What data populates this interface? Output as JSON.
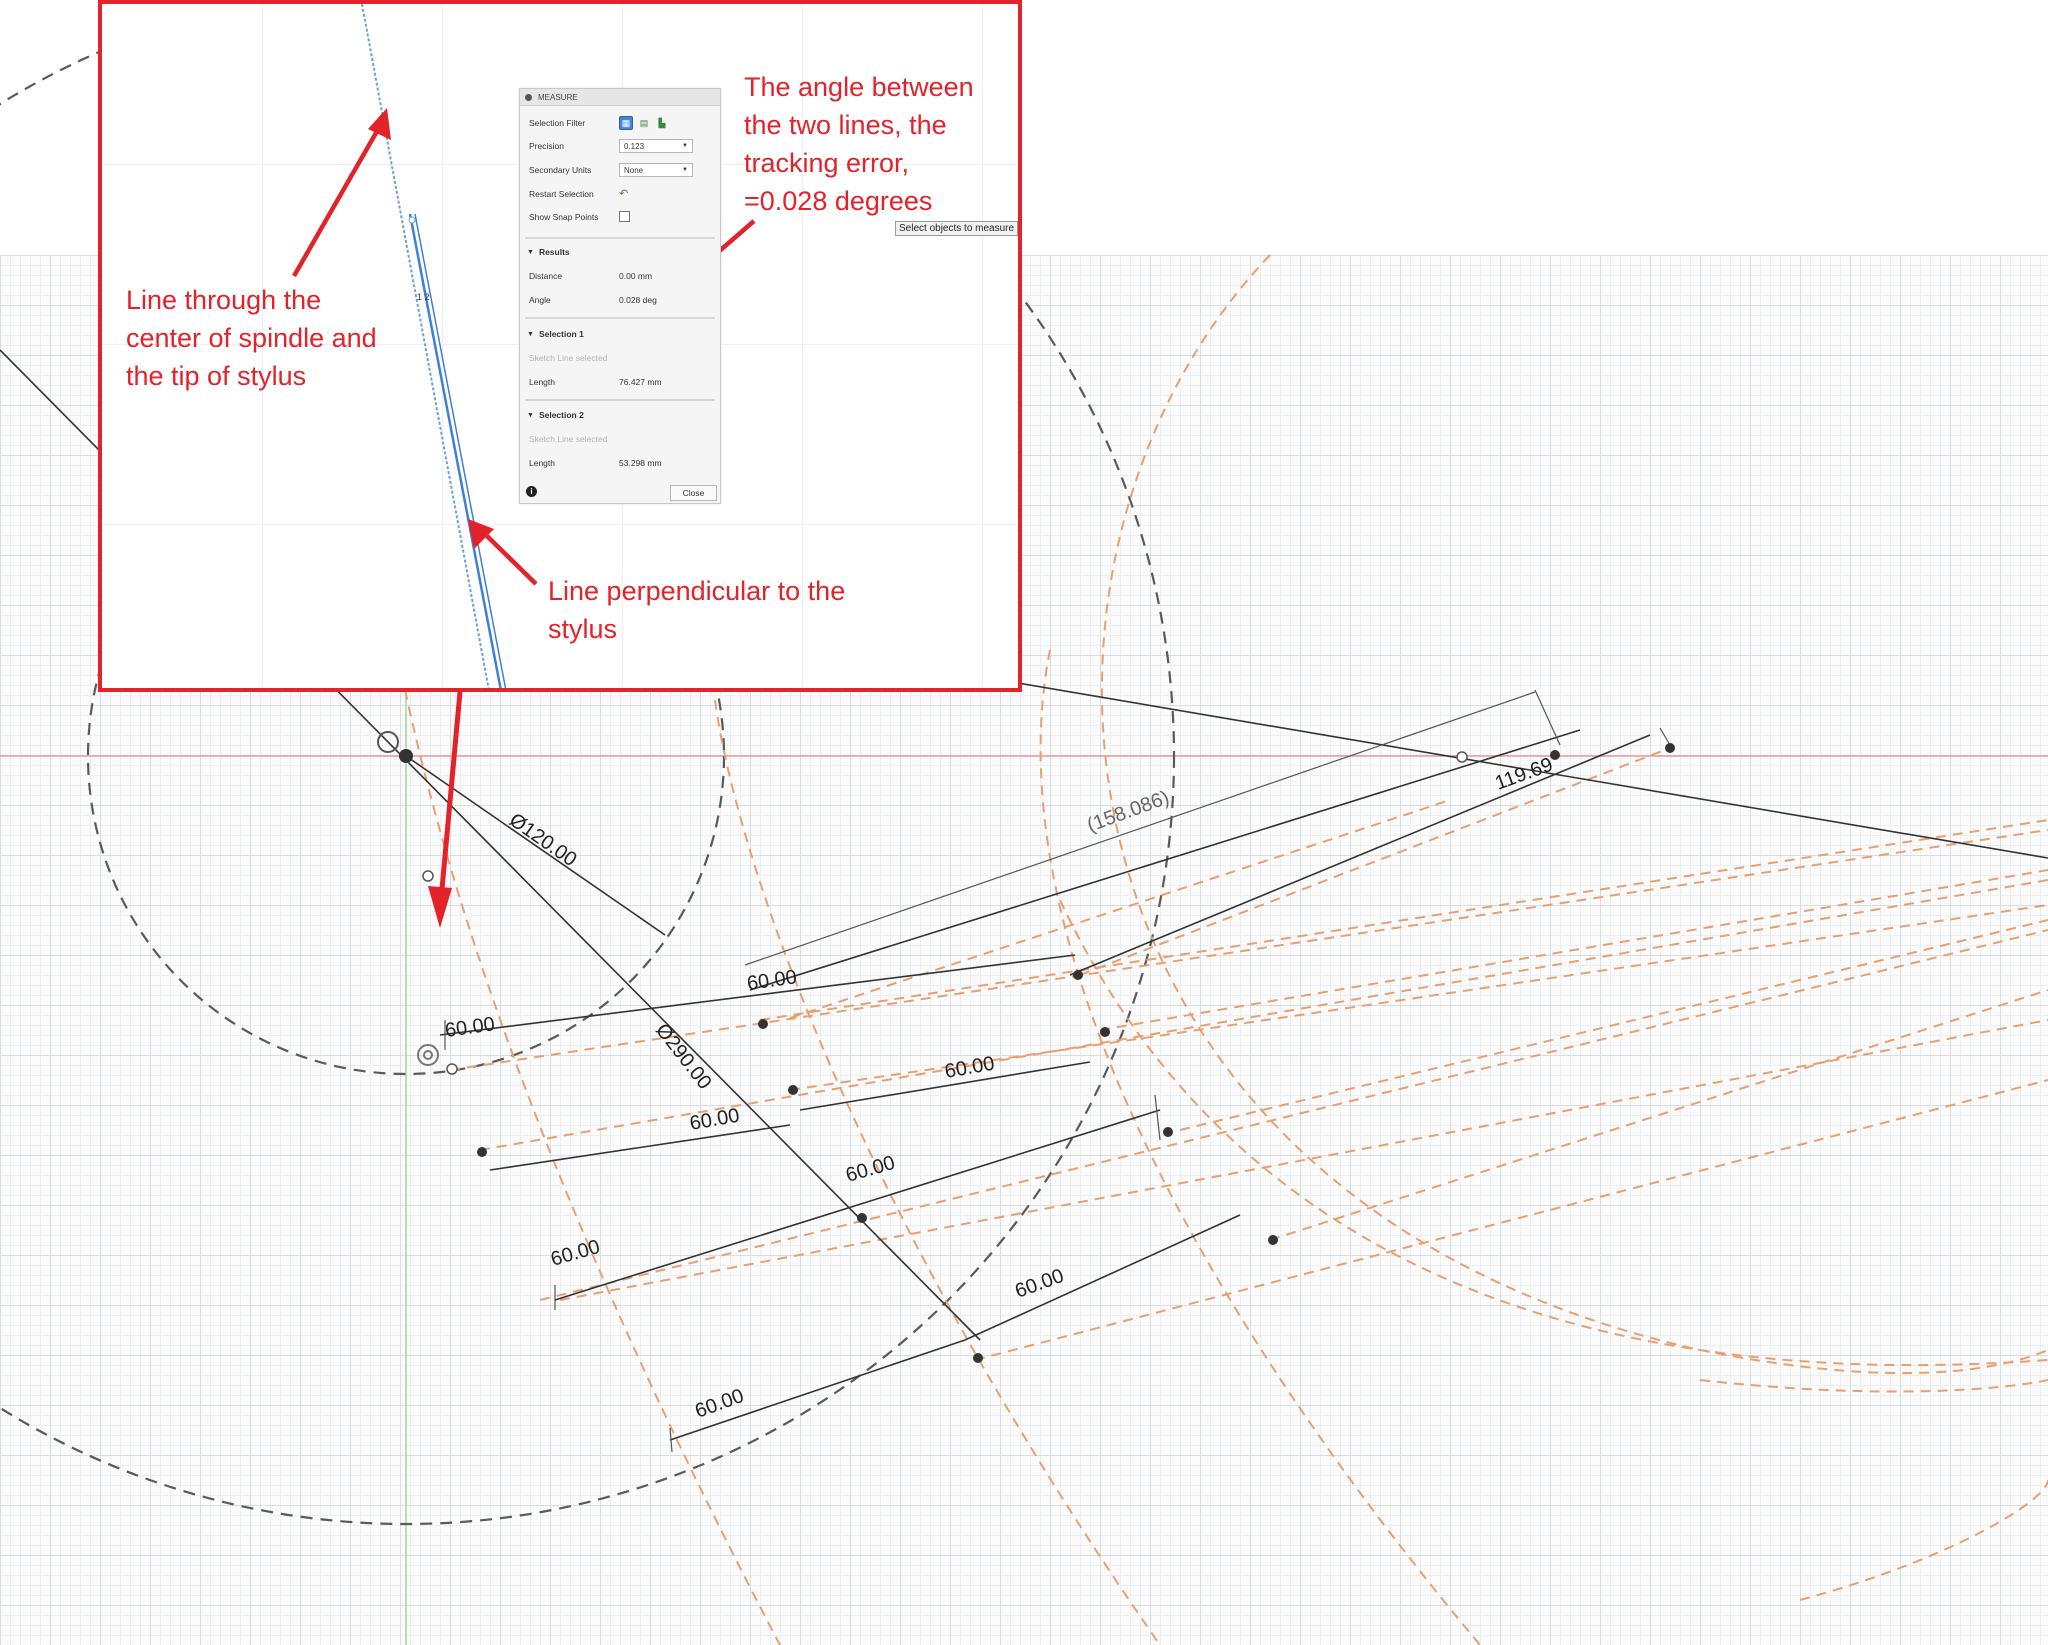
{
  "inset": {
    "measure_panel": {
      "title": "MEASURE",
      "selection_filter_label": "Selection Filter",
      "precision_label": "Precision",
      "precision_value": "0.123",
      "secondary_units_label": "Secondary Units",
      "secondary_units_value": "None",
      "restart_selection_label": "Restart Selection",
      "show_snap_points_label": "Show Snap Points",
      "results_heading": "Results",
      "distance_label": "Distance",
      "distance_value": "0.00 mm",
      "angle_label": "Angle",
      "angle_value": "0.028 deg",
      "selection1_heading": "Selection 1",
      "selection1_type": "Sketch Line selected",
      "selection1_length_label": "Length",
      "selection1_length_value": "76.427 mm",
      "selection2_heading": "Selection 2",
      "selection2_type": "Sketch Line selected",
      "selection2_length_label": "Length",
      "selection2_length_value": "53.298 mm",
      "close_label": "Close"
    },
    "tooltip": "Select objects to measure",
    "line_markers": "1 2"
  },
  "annotations": {
    "angle": [
      "The angle between",
      "the two lines, the",
      "tracking error,",
      "=0.028 degrees"
    ],
    "spindle_line": [
      "Line through the",
      "center of spindle and",
      "the tip of stylus"
    ],
    "perpendicular_line": [
      "Line perpendicular to the",
      "stylus"
    ]
  },
  "sketch": {
    "dimensions": {
      "dia_120": "Ø120.00",
      "dia_290": "Ø290.00",
      "ref_158": "(158.086)",
      "len_119": "119.69",
      "d60_1": "60.00",
      "d60_2": "60.00",
      "d60_3": "60.00",
      "d60_4": "60.00",
      "d60_5": "60.00",
      "d60_6": "60.00",
      "d60_7": "60.00",
      "d60_8": "60.00"
    }
  },
  "colors": {
    "annotation_red": "#e3222a",
    "construction_orange": "#e8a070",
    "selection_blue": "#3f7fd6"
  }
}
